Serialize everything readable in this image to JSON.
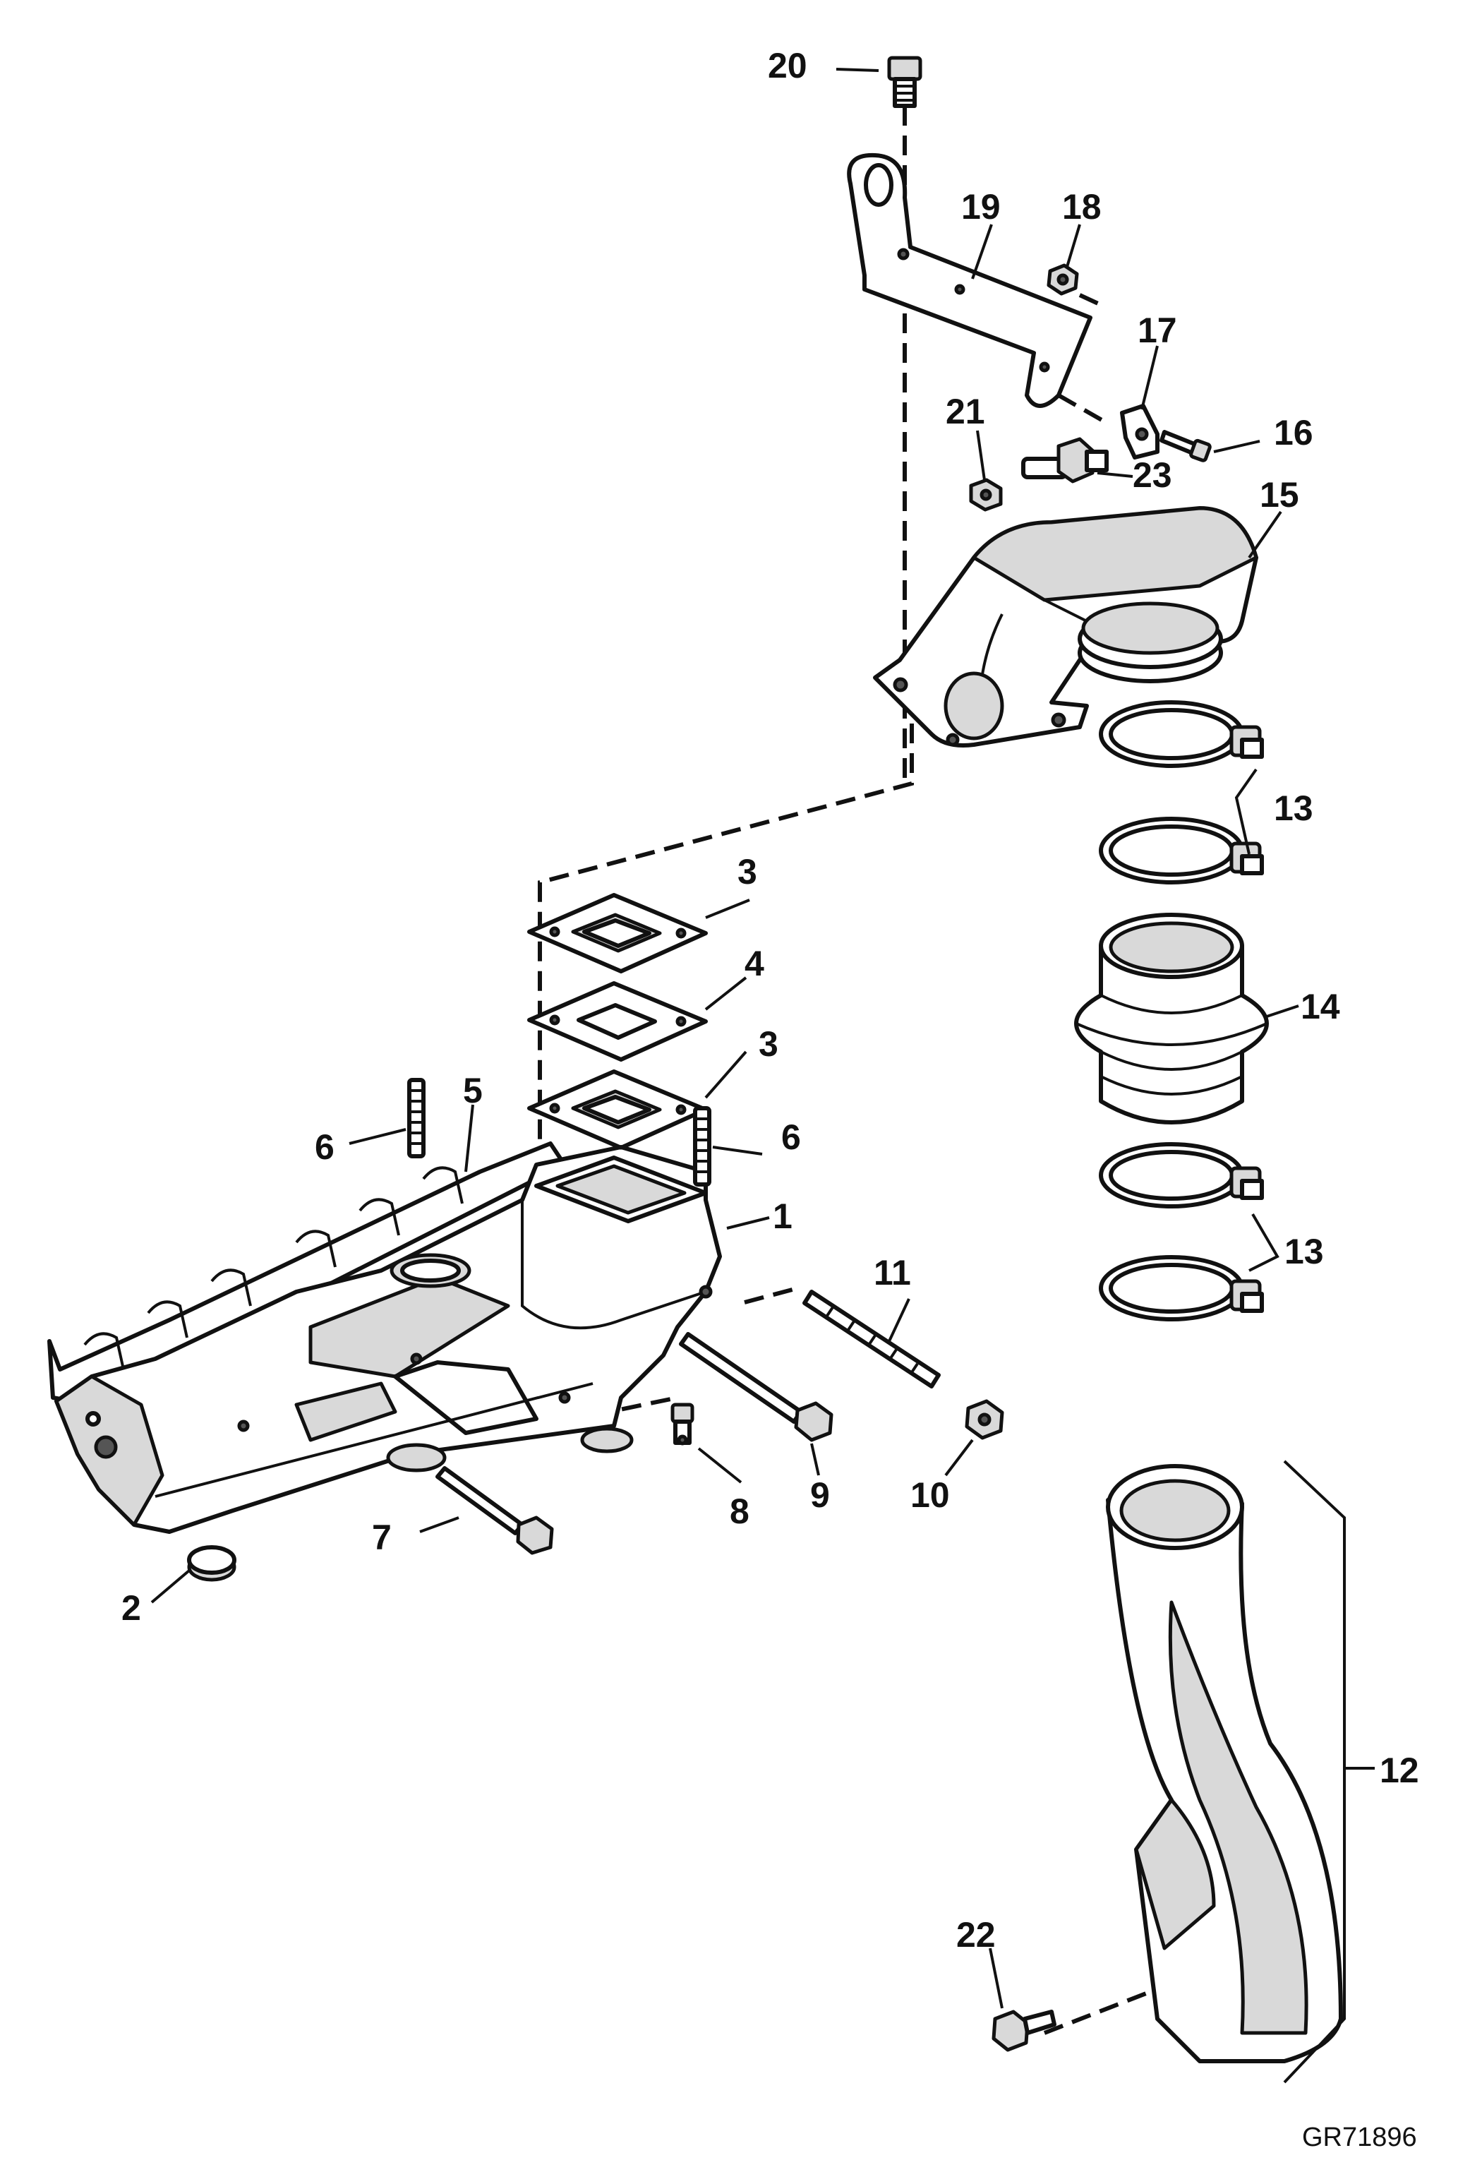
{
  "reference_code": "GR71896",
  "callouts": {
    "c1": "1",
    "c2": "2",
    "c3a": "3",
    "c3b": "3",
    "c4": "4",
    "c5": "5",
    "c6a": "6",
    "c6b": "6",
    "c7": "7",
    "c8": "8",
    "c9": "9",
    "c10": "10",
    "c11": "11",
    "c12": "12",
    "c13a": "13",
    "c13b": "13",
    "c14": "14",
    "c15": "15",
    "c16": "16",
    "c17": "17",
    "c18": "18",
    "c19": "19",
    "c20": "20",
    "c21": "21",
    "c22": "22",
    "c23": "23"
  }
}
